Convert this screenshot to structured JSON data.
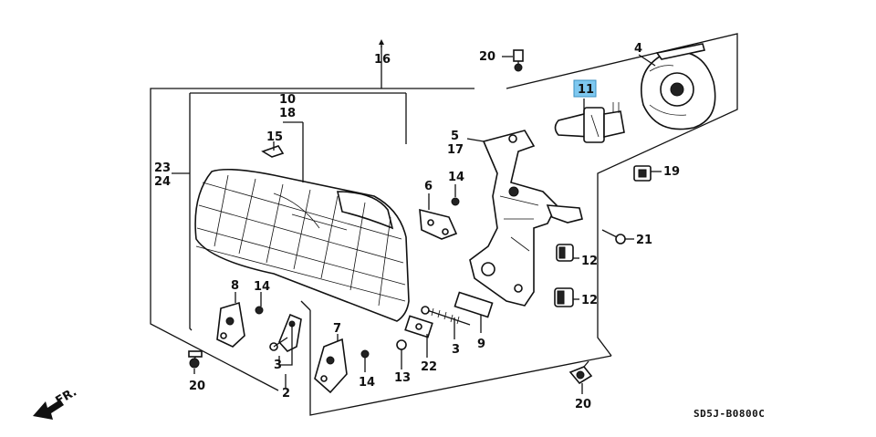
{
  "callouts": {
    "c16": "16",
    "c10": "10",
    "c18": "18",
    "c15": "15",
    "c23": "23",
    "c24": "24",
    "c20_top": "20",
    "c4": "4",
    "c11": "11",
    "c5": "5",
    "c17": "17",
    "c14_mid": "14",
    "c6": "6",
    "c19": "19",
    "c21": "21",
    "c12_a": "12",
    "c12_b": "12",
    "c8": "8",
    "c14_left": "14",
    "c20_left": "20",
    "c3_left": "3",
    "c2": "2",
    "c7": "7",
    "c14_bottom": "14",
    "c13": "13",
    "c22": "22",
    "c3_right": "3",
    "c9": "9",
    "c20_bottom": "20"
  },
  "direction_label": "FR.",
  "diagram_code": "SD5J-B0800C",
  "highlight_color": "#7ec8f0"
}
